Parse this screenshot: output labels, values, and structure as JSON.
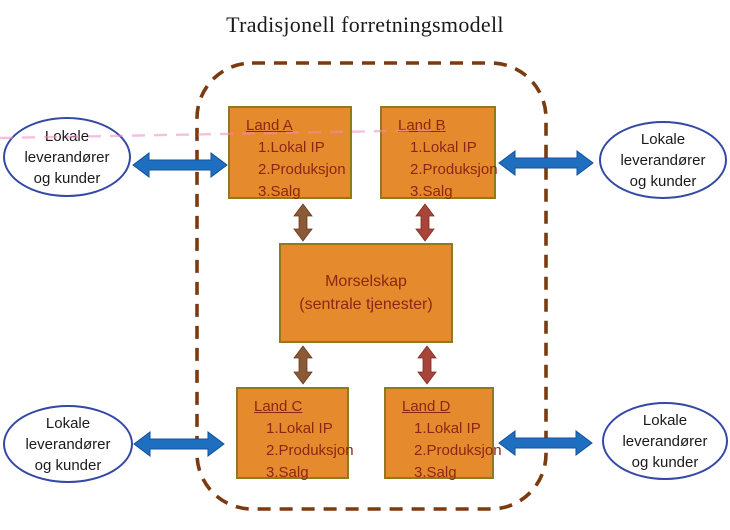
{
  "title": "Tradisjonell forretningsmodell",
  "ellipse_label_lines": [
    "Lokale",
    "leverandører",
    "og kunder"
  ],
  "nodes": {
    "land_a": {
      "heading": "Land A",
      "items": [
        "1.Lokal IP",
        "2.Produksjon",
        "3.Salg"
      ]
    },
    "land_b": {
      "heading": "Land B",
      "items": [
        "1.Lokal IP",
        "2.Produksjon",
        "3.Salg"
      ]
    },
    "land_c": {
      "heading": "Land C",
      "items": [
        "1.Lokal IP",
        "2.Produksjon",
        "3.Salg"
      ]
    },
    "land_d": {
      "heading": "Land D",
      "items": [
        "1.Lokal IP",
        "2.Produksjon",
        "3.Salg"
      ]
    },
    "parent": {
      "lines": [
        "Morselskap",
        "(sentrale tjenester)"
      ]
    }
  },
  "colors": {
    "title_color": "#1a1a1a",
    "box_fill": "#e68a2e",
    "box_border": "#8f7a22",
    "box_text": "#8c2713",
    "ellipse_border": "#3448a5",
    "ellipse_text": "#1a1a1a",
    "blue_arrow": "#1e6fc0",
    "vert_arrow_left": "#8a5a36",
    "vert_arrow_right": "#a8453a",
    "dashed_border": "#7b3a10",
    "artifact_pink": "#f08cc0"
  }
}
